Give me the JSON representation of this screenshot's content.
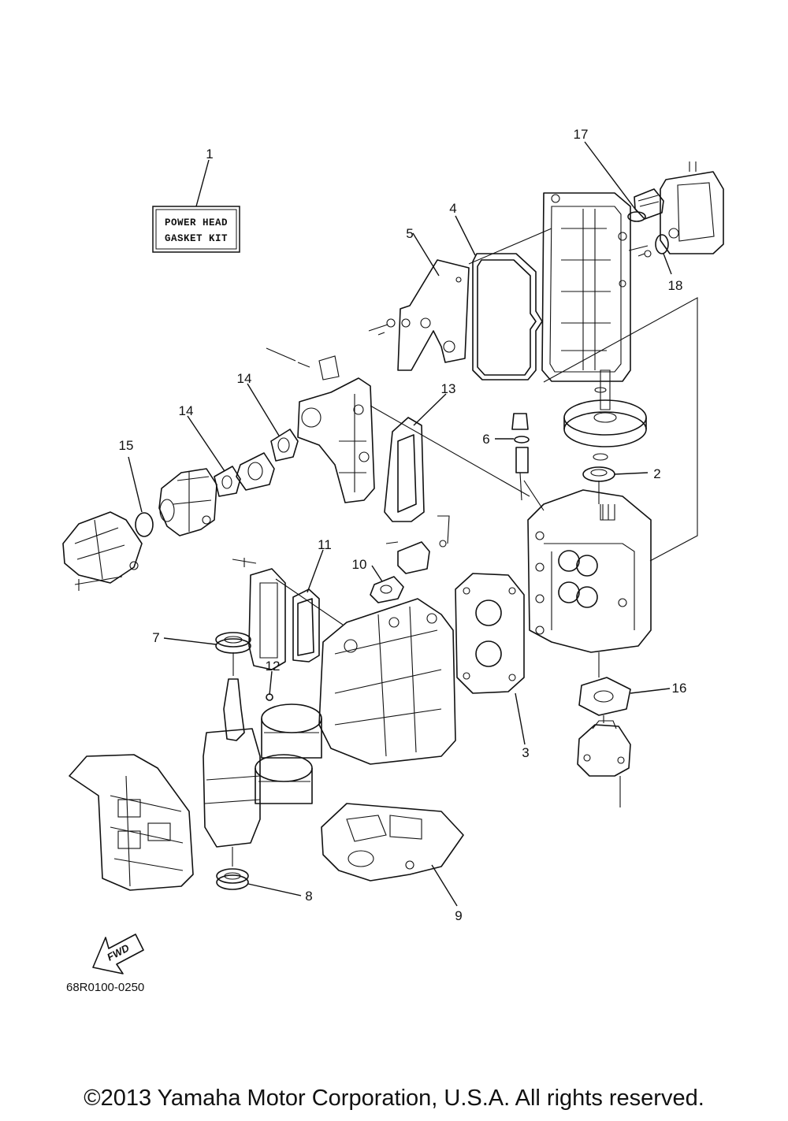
{
  "kit_box": {
    "line1": "POWER HEAD",
    "line2": "GASKET KIT"
  },
  "callouts": [
    "1",
    "2",
    "3",
    "4",
    "5",
    "6",
    "7",
    "8",
    "9",
    "10",
    "11",
    "12",
    "13",
    "14",
    "14",
    "15",
    "16",
    "17",
    "18"
  ],
  "fwd_label": "FWD",
  "diagram_code": "68R0100-0250",
  "copyright": "©2013 Yamaha Motor Corporation, U.S.A. All rights reserved."
}
